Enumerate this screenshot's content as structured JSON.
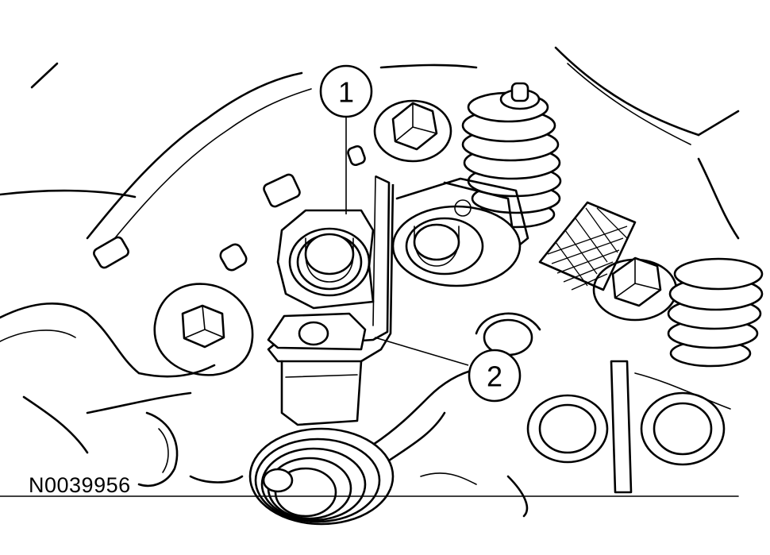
{
  "figure": {
    "id": "N0039956"
  },
  "callouts": [
    {
      "label": "1"
    },
    {
      "label": "2"
    }
  ],
  "colors": {
    "line": "#000000",
    "background": "#ffffff"
  }
}
